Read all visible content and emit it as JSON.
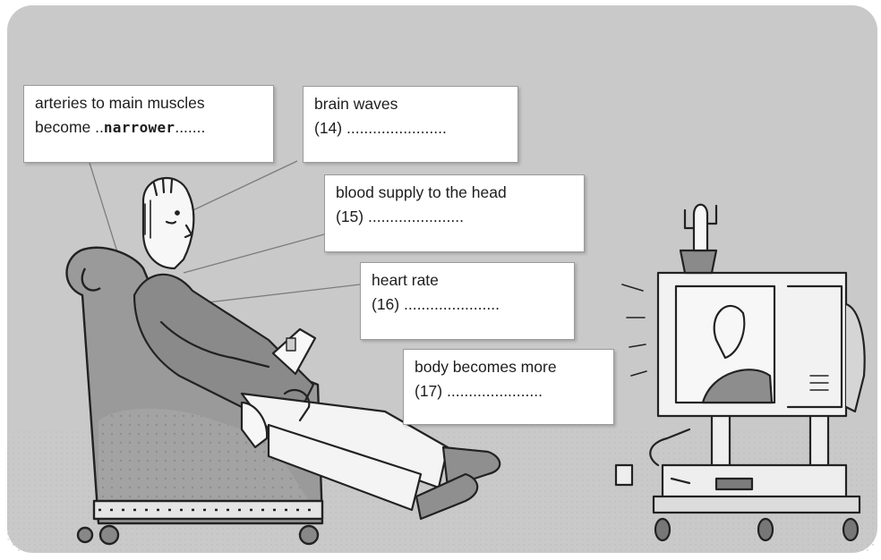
{
  "illustration": {
    "background_color": "#c9c9c9",
    "chair_color": "#9a9a9a",
    "cushion_color": "#b4b4b4",
    "carpet_color": "#dcdcdc"
  },
  "labels": [
    {
      "id": "arteries",
      "line1": "arteries to main muscles",
      "line2_prefix": "become ..",
      "answer": "narrower",
      "line2_suffix": "......."
    },
    {
      "id": "brain-waves",
      "line1": "brain waves",
      "line2": "(14) ......................."
    },
    {
      "id": "blood-supply",
      "line1": "blood supply to the head",
      "line2": "(15) ......................"
    },
    {
      "id": "heart-rate",
      "line1": "heart rate",
      "line2": "(16) ......................"
    },
    {
      "id": "body",
      "line1": "body becomes more",
      "line2": "(17) ......................"
    }
  ]
}
